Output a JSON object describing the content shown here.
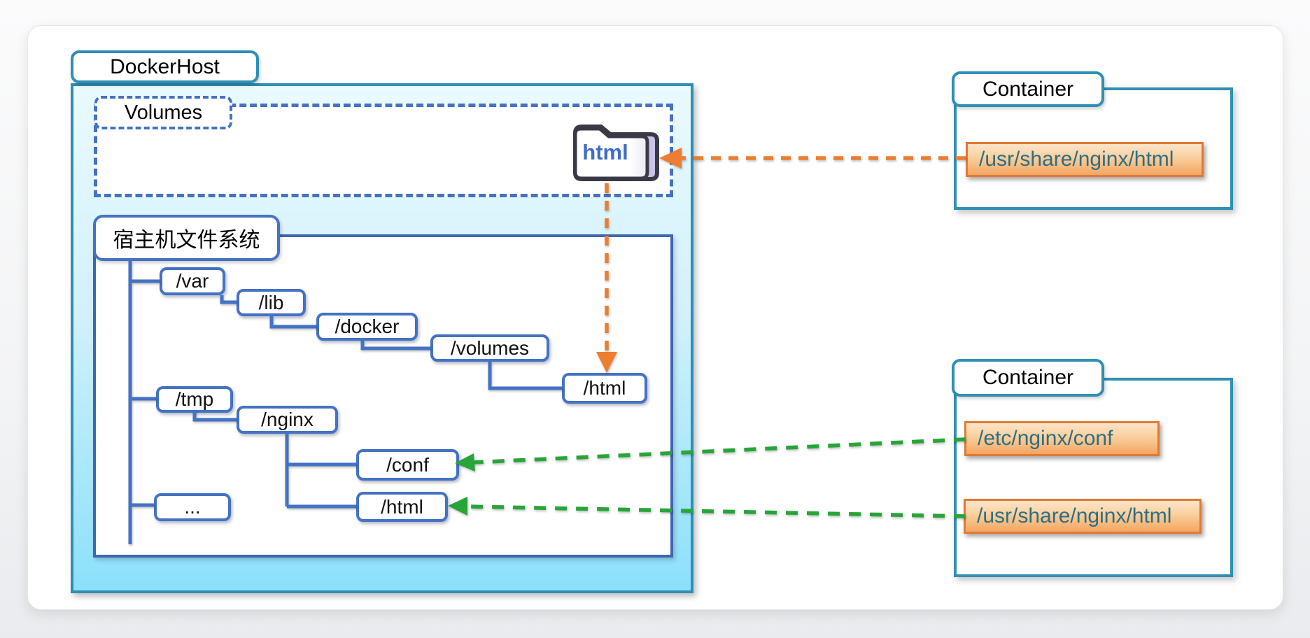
{
  "docker_host": {
    "label": "DockerHost",
    "volumes": {
      "label": "Volumes",
      "folder": {
        "label": "html"
      }
    },
    "filesystem": {
      "label": "宿主机文件系统",
      "nodes": {
        "var": "/var",
        "lib": "/lib",
        "docker": "/docker",
        "volumes": "/volumes",
        "volume_html": "/html",
        "tmp": "/tmp",
        "nginx": "/nginx",
        "conf": "/conf",
        "nginx_html": "/html",
        "more": "..."
      }
    }
  },
  "containers": {
    "top": {
      "label": "Container",
      "mounts": {
        "html": "/usr/share/nginx/html"
      }
    },
    "bottom": {
      "label": "Container",
      "mounts": {
        "conf": "/etc/nginx/conf",
        "html": "/usr/share/nginx/html"
      }
    }
  },
  "colors": {
    "teal_border": "#2F8FB4",
    "tree_blue": "#4472C4",
    "dockerhost_fill_top": "#EAFAFE",
    "dockerhost_fill_bottom": "#8BE0FB",
    "orange_dash": "#ED7D31",
    "green_dash": "#27A538",
    "mount_border": "#DF7B35",
    "mount_fill_top": "#FCE4CA",
    "mount_fill_bottom": "#F4A661",
    "mount_text": "#2D6E84",
    "folder_text": "#3F6CC8",
    "folder_back": "#C9C2E9"
  }
}
